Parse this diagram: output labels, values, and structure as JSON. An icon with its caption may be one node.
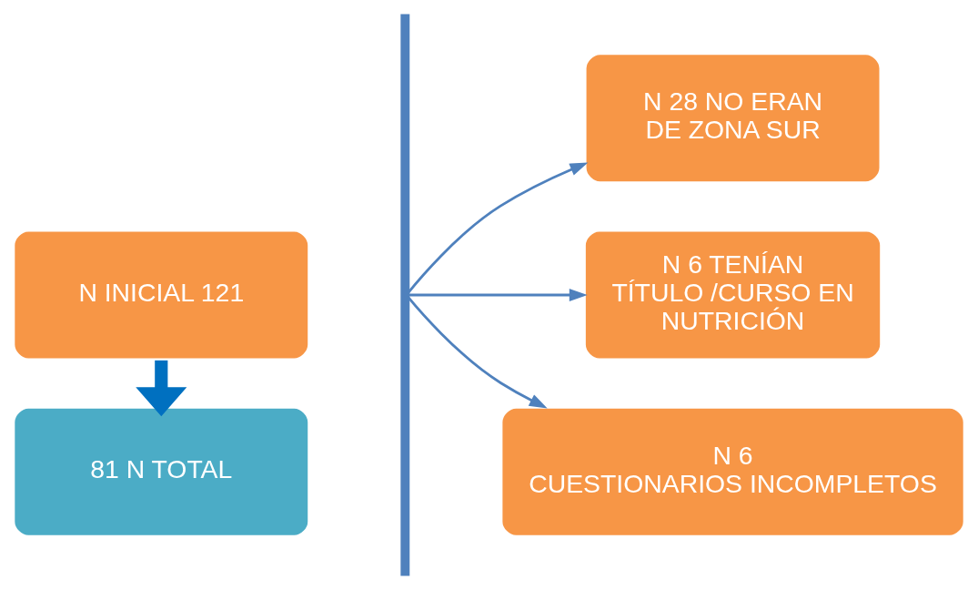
{
  "diagram": {
    "nodes": [
      {
        "text": [
          "N INICIAL 121"
        ]
      },
      {
        "text": [
          "81 N TOTAL"
        ]
      },
      {
        "text": [],
        "shape": "bar"
      },
      {
        "text": [
          "N 28 NO ERAN DE ZONA SUR"
        ]
      },
      {
        "text": [
          "N 6 TENÍAN TÍTULO /CURSO EN NUTRICIÓN"
        ]
      },
      {
        "text": [
          "N 6 CUESTIONARIOS INCOMPLETOS"
        ]
      }
    ],
    "edges": [
      {
        "from": 0,
        "to": 1,
        "arrow": "to",
        "style": "thick",
        "color": "#0070c0"
      },
      {
        "from": 2,
        "to": 3,
        "arrow": "to"
      },
      {
        "from": 2,
        "to": 4,
        "arrow": "to"
      },
      {
        "from": 2,
        "to": 5,
        "arrow": "to"
      }
    ]
  }
}
